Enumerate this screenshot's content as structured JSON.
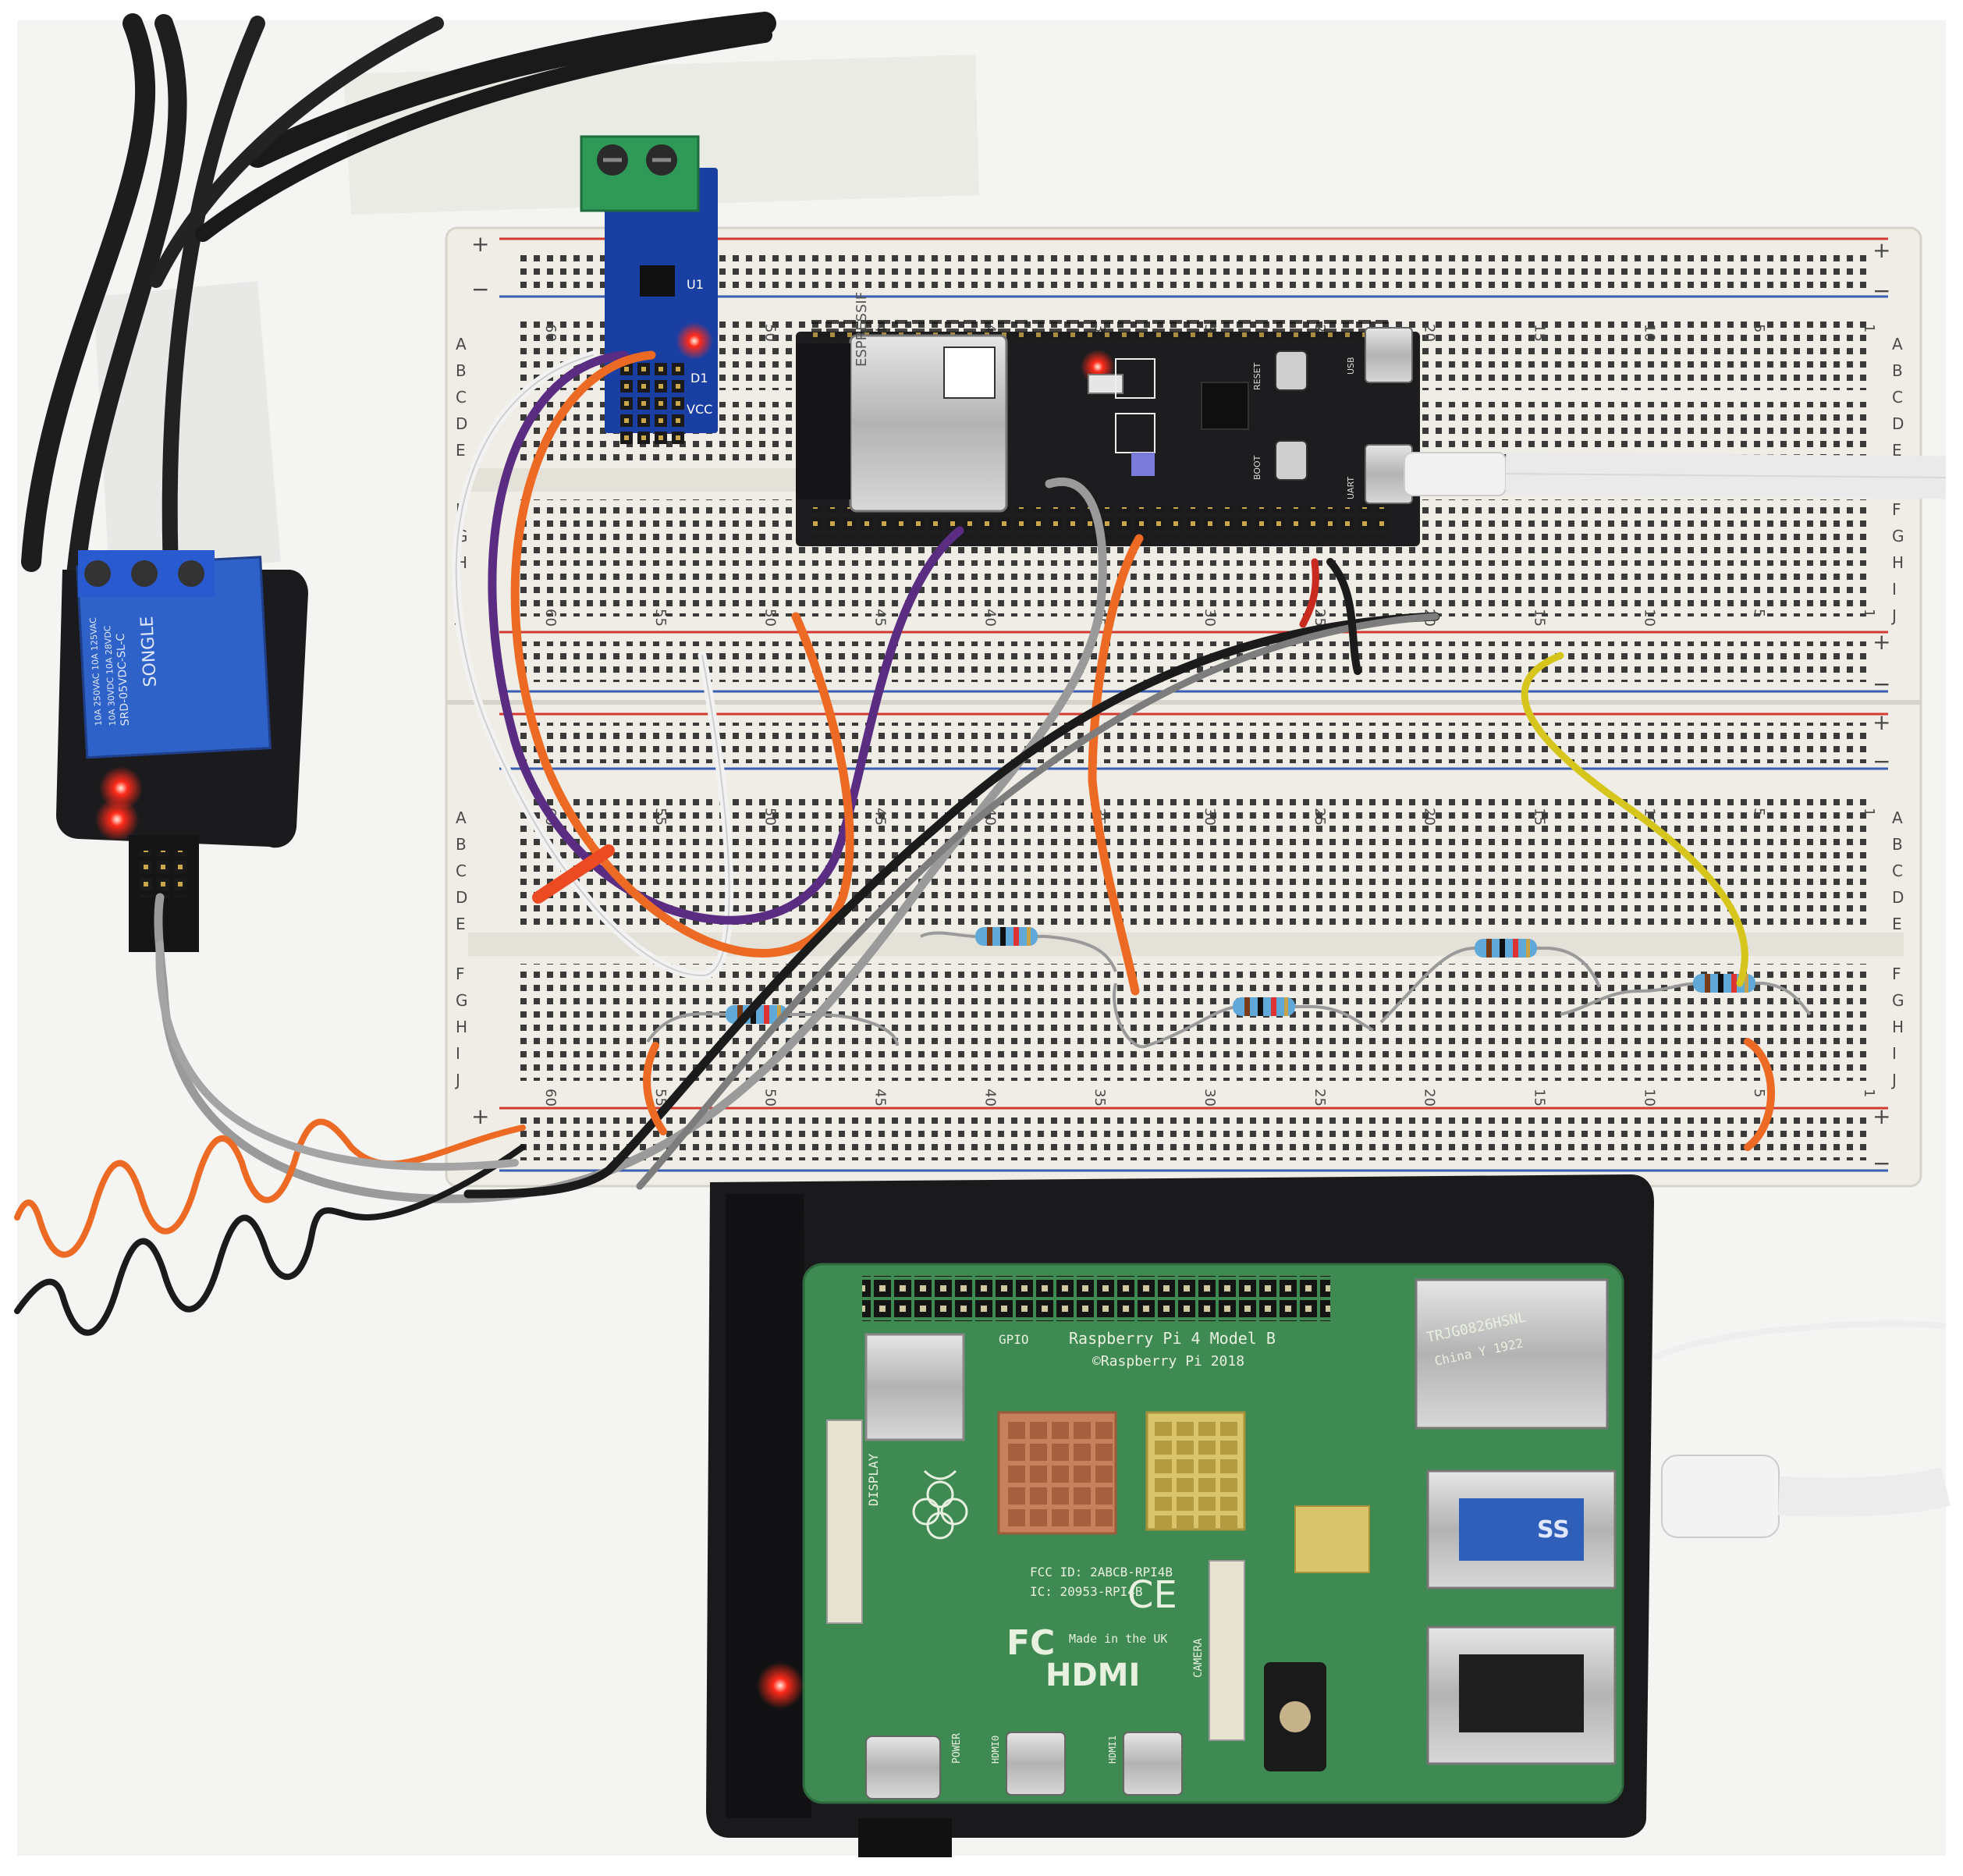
{
  "breadboard": {
    "numbers": [
      "60",
      "55",
      "50",
      "45",
      "40",
      "35",
      "30",
      "25",
      "20",
      "15",
      "10",
      "5",
      "1"
    ],
    "rows_top": "ABCDE",
    "rows_bottom": "FGHIJ",
    "plus": "+",
    "minus": "−"
  },
  "esp32": {
    "brand": "ESPRESSIF",
    "reset": "RESET",
    "boot": "BOOT",
    "usb": "USB",
    "uart": "UART"
  },
  "sensor": {
    "u1": "U1",
    "d1": "D1",
    "vcc": "VCC"
  },
  "relay": {
    "brand": "SONGLE",
    "model": "SRD-05VDC-SL-C",
    "rating1": "10A 250VAC 10A 125VAC",
    "rating2": "10A 30VDC 10A 28VDC"
  },
  "pi": {
    "title": "Raspberry Pi 4 Model B",
    "copyright": "©Raspberry Pi 2018",
    "gpio": "GPIO",
    "fcc": "FCC ID: 2ABCB-RPI4B",
    "ic": "IC: 20953-RPI4B",
    "made": "Made in the UK",
    "hdmi": "HDMI",
    "display": "DISPLAY",
    "camera": "CAMERA",
    "power": "POWER",
    "hdmi0": "HDMI0",
    "hdmi1": "HDMI1",
    "ce": "CE",
    "fc": "FC",
    "eth1": "TRJG0826HSNL",
    "eth2": "China Y 1922",
    "usb3": "SS"
  },
  "colors": {
    "breadboard": "#efede6",
    "rail_red": "#d23a32",
    "rail_blue": "#3a5fb0",
    "esp32_pcb": "#222226",
    "pi_pcb": "#3f8a52",
    "case": "#1a1a1c",
    "wire_orange": "#ec6a23",
    "wire_purple": "#5b2d82",
    "wire_white": "#f2f2f2",
    "wire_grey": "#9a9a9a",
    "wire_black": "#1b1b1b",
    "wire_yellow": "#d5c51d",
    "led_red": "#ff2a1a"
  }
}
